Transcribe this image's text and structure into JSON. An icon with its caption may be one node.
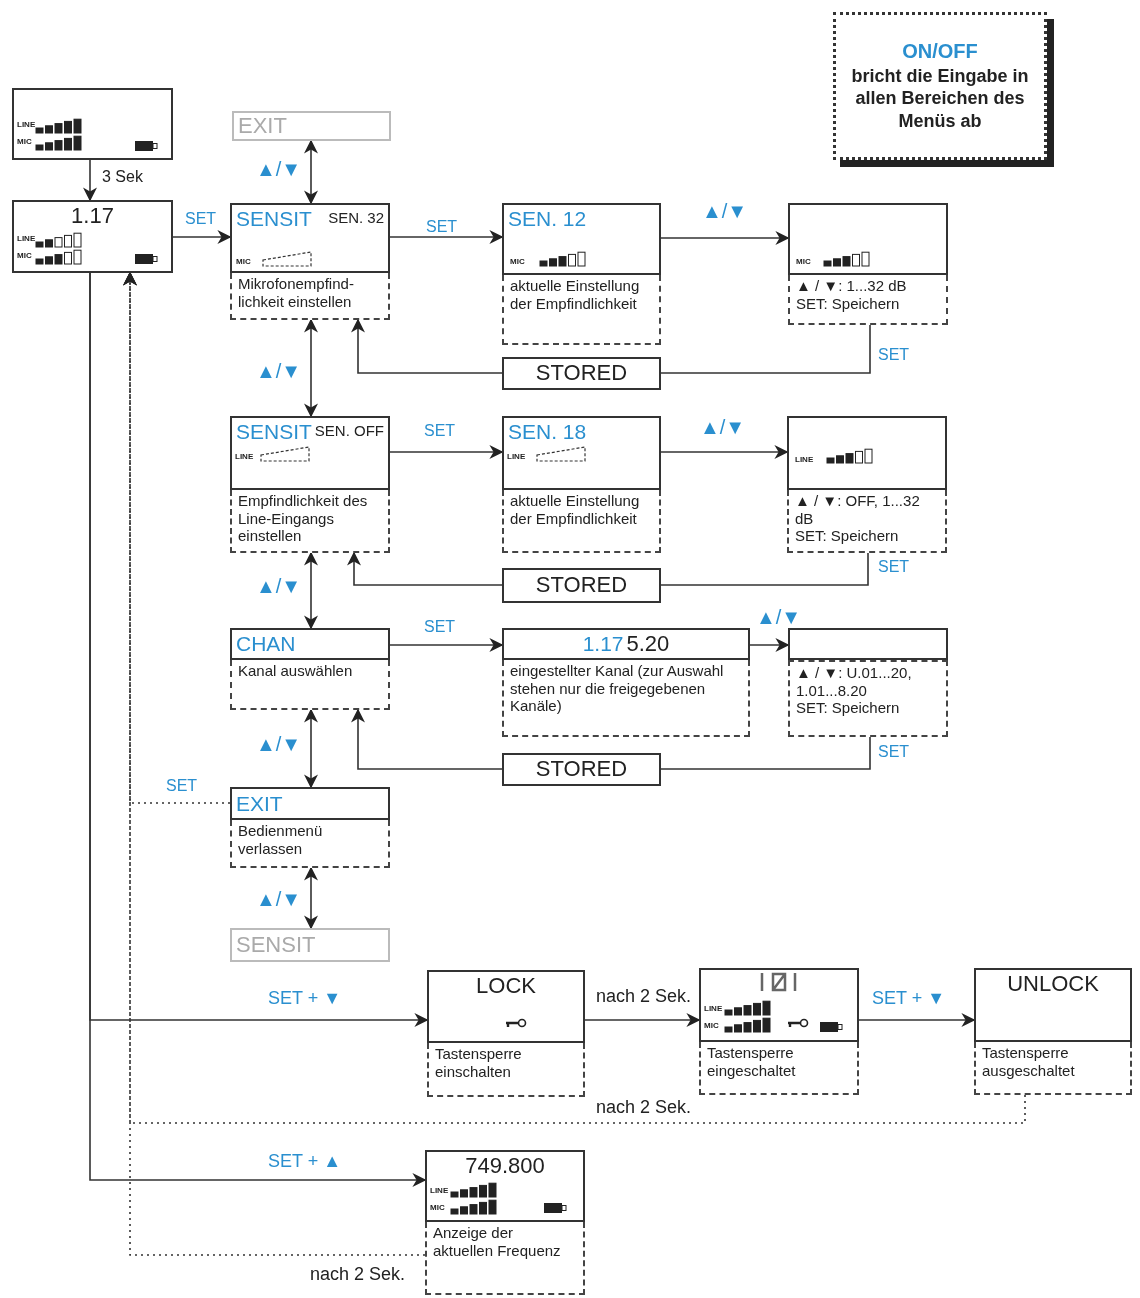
{
  "diagram": {
    "nodes": [
      {
        "text": [],
        "shape": "box"
      },
      {
        "text": [
          "1.17"
        ]
      },
      {
        "text": [
          "EXIT"
        ]
      },
      {
        "text": [
          "SENSIT",
          "SEN. 32",
          "Mikrofonempfind- lichkeit einstellen"
        ]
      },
      {
        "text": [
          "SEN. 12",
          "aktuelle Einstellung der Empfindlichkeit"
        ]
      },
      {
        "text": [
          "▲ / ▼: 1...32 dB",
          "SET: Speichern"
        ]
      },
      {
        "text": [
          "STORED"
        ]
      },
      {
        "text": [
          "SENSIT",
          "SEN. OFF",
          "Empfindlichkeit des Line-Eingangs einstellen"
        ]
      },
      {
        "text": [
          "SEN. 18",
          "aktuelle Einstellung der Empfindlichkeit"
        ]
      },
      {
        "text": [
          "▲ / ▼: OFF, 1...32 dB",
          "SET: Speichern"
        ]
      },
      {
        "text": [
          "STORED"
        ]
      },
      {
        "text": [
          "CHAN",
          "Kanal auswählen"
        ]
      },
      {
        "text": [
          "1.17",
          "5.20",
          "eingestellter Kanal (zur Auswahl stehen nur die freigegebenen Kanäle)"
        ]
      },
      {
        "text": [
          "▲ / ▼: U.01...20, 1.01...8.20",
          "SET: Speichern"
        ]
      },
      {
        "text": [
          "STORED"
        ]
      },
      {
        "text": [
          "EXIT",
          "Bedienmenü verlassen"
        ]
      },
      {
        "text": [
          "SENSIT"
        ]
      },
      {
        "text": [
          "LOCK",
          "Tastensperre einschalten"
        ]
      },
      {
        "text": [
          "Tastensperre eingeschaltet"
        ]
      },
      {
        "text": [
          "UNLOCK",
          "Tastensperre ausgeschaltet"
        ]
      },
      {
        "text": [
          "749.800",
          "Anzeige der aktuellen Frequenz"
        ]
      },
      {
        "text": [
          "ON/OFF",
          "bricht die Eingabe in allen Bereichen des Menüs ab"
        ]
      },
      {
        "text": [],
        "shape": "box"
      }
    ],
    "edges": [
      {
        "from": 0,
        "to": 1,
        "arrow": "to",
        "label": "3 Sek"
      },
      {
        "from": 1,
        "to": 3,
        "arrow": "to",
        "label": "SET"
      },
      {
        "from": 2,
        "to": 3,
        "arrow": "both",
        "label": "▲/▼"
      },
      {
        "from": 3,
        "to": 4,
        "arrow": "to",
        "label": "SET"
      },
      {
        "from": 4,
        "to": 5,
        "arrow": "to",
        "label": "▲/▼"
      },
      {
        "from": 5,
        "to": 6,
        "arrow": "none",
        "label": "SET"
      },
      {
        "from": 6,
        "to": 3,
        "arrow": "to"
      },
      {
        "from": 3,
        "to": 7,
        "arrow": "both",
        "label": "▲/▼"
      },
      {
        "from": 7,
        "to": 8,
        "arrow": "to",
        "label": "SET"
      },
      {
        "from": 8,
        "to": 9,
        "arrow": "to",
        "label": "▲/▼"
      },
      {
        "from": 9,
        "to": 10,
        "arrow": "none",
        "label": "SET"
      },
      {
        "from": 10,
        "to": 7,
        "arrow": "to"
      },
      {
        "from": 7,
        "to": 11,
        "arrow": "both",
        "label": "▲/▼"
      },
      {
        "from": 11,
        "to": 12,
        "arrow": "to",
        "label": "SET"
      },
      {
        "from": 12,
        "to": 22,
        "arrow": "to",
        "label": "▲/▼"
      },
      {
        "from": 13,
        "to": 14,
        "arrow": "none",
        "label": "SET"
      },
      {
        "from": 14,
        "to": 11,
        "arrow": "to"
      },
      {
        "from": 11,
        "to": 15,
        "arrow": "both",
        "label": "▲/▼"
      },
      {
        "from": 15,
        "to": 1,
        "arrow": "to",
        "label": "SET",
        "style": "dashed"
      },
      {
        "from": 15,
        "to": 16,
        "arrow": "both",
        "label": "▲/▼"
      },
      {
        "from": 1,
        "to": 17,
        "arrow": "to",
        "label": "SET + ▼"
      },
      {
        "from": 17,
        "to": 18,
        "arrow": "to",
        "label": "nach 2 Sek."
      },
      {
        "from": 18,
        "to": 19,
        "arrow": "to",
        "label": "SET + ▼"
      },
      {
        "from": 19,
        "to": 1,
        "arrow": "to",
        "label": "nach 2 Sek.",
        "style": "dashed"
      },
      {
        "from": 1,
        "to": 20,
        "arrow": "to",
        "label": "SET + ▲"
      },
      {
        "from": 20,
        "to": 1,
        "arrow": "to",
        "label": "nach 2 Sek.",
        "style": "dashed"
      }
    ],
    "labels": [
      "LINE",
      "MIC",
      "LINE",
      "MIC",
      "MIC",
      "MIC",
      "MIC",
      "LINE",
      "LINE",
      "LINE",
      "LINE",
      "MIC",
      "LINE",
      "MIC"
    ]
  }
}
